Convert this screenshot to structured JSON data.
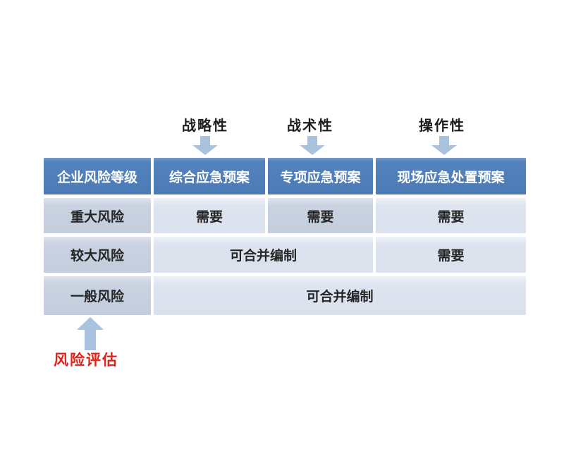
{
  "top_labels": [
    "战略性",
    "战术性",
    "操作性"
  ],
  "table": {
    "headers": [
      "企业风险等级",
      "综合应急预案",
      "专项应急预案",
      "现场应急处置预案"
    ],
    "rows": [
      {
        "cells": [
          "重大风险",
          "需要",
          "需要",
          "需要"
        ]
      },
      {
        "cells": [
          "较大风险",
          "可合并编制",
          "需要"
        ]
      },
      {
        "cells": [
          "一般风险",
          "可合并编制"
        ]
      }
    ]
  },
  "bottom_label": "风险评估",
  "icons": {
    "down_arrows": [
      "strategic-down-arrow",
      "tactical-down-arrow",
      "operational-down-arrow"
    ],
    "up_arrow": "risk-assessment-up-arrow"
  },
  "colors": {
    "header_bg": "#4f81bd",
    "header_text": "#ffffff",
    "dark_cell_bg": "#c5cedd",
    "light_cell_bg": "#dce2ee",
    "cell_text": "#262626",
    "arrow_fill": "#a9c2de",
    "annotation_text": "#1c1c1c",
    "assessment_label": "#e02318",
    "background": "#ffffff"
  }
}
